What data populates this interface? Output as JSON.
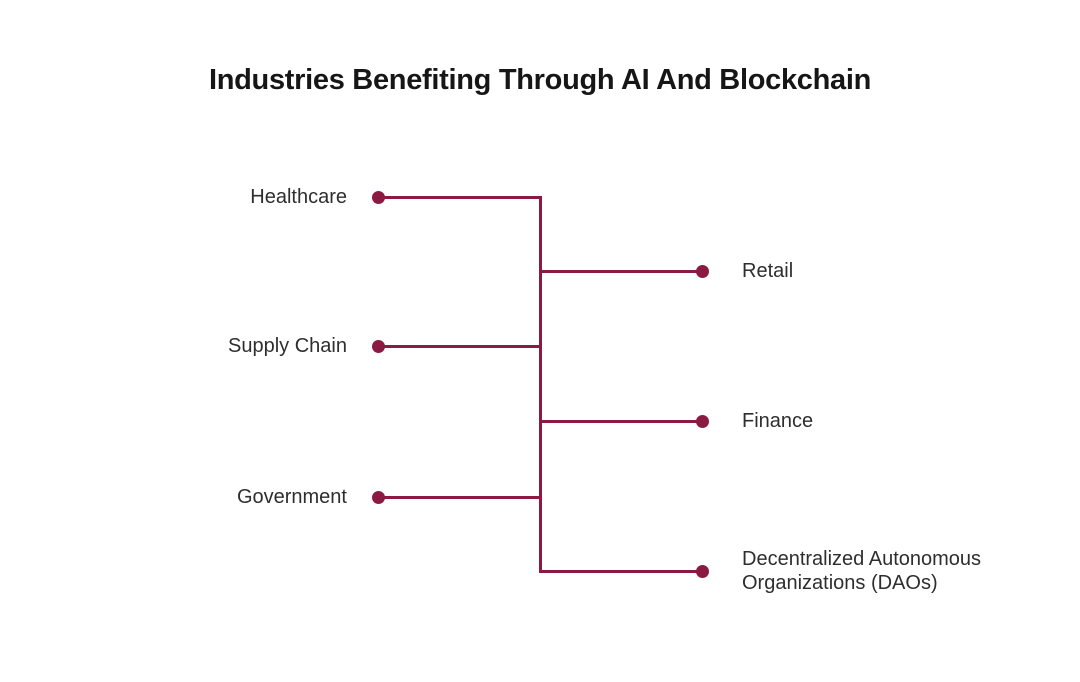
{
  "title": "Industries Benefiting Through AI And Blockchain",
  "colors": {
    "accent": "#8B1A42",
    "title_text": "#161616",
    "label_text": "#2E2E2E",
    "background": "#FFFFFF"
  },
  "diagram": {
    "type": "tree",
    "left_items": [
      {
        "label": "Healthcare"
      },
      {
        "label": "Supply Chain"
      },
      {
        "label": "Government"
      }
    ],
    "right_items": [
      {
        "label": "Retail"
      },
      {
        "label": "Finance"
      },
      {
        "label": "Decentralized Autonomous Organizations (DAOs)"
      }
    ]
  }
}
